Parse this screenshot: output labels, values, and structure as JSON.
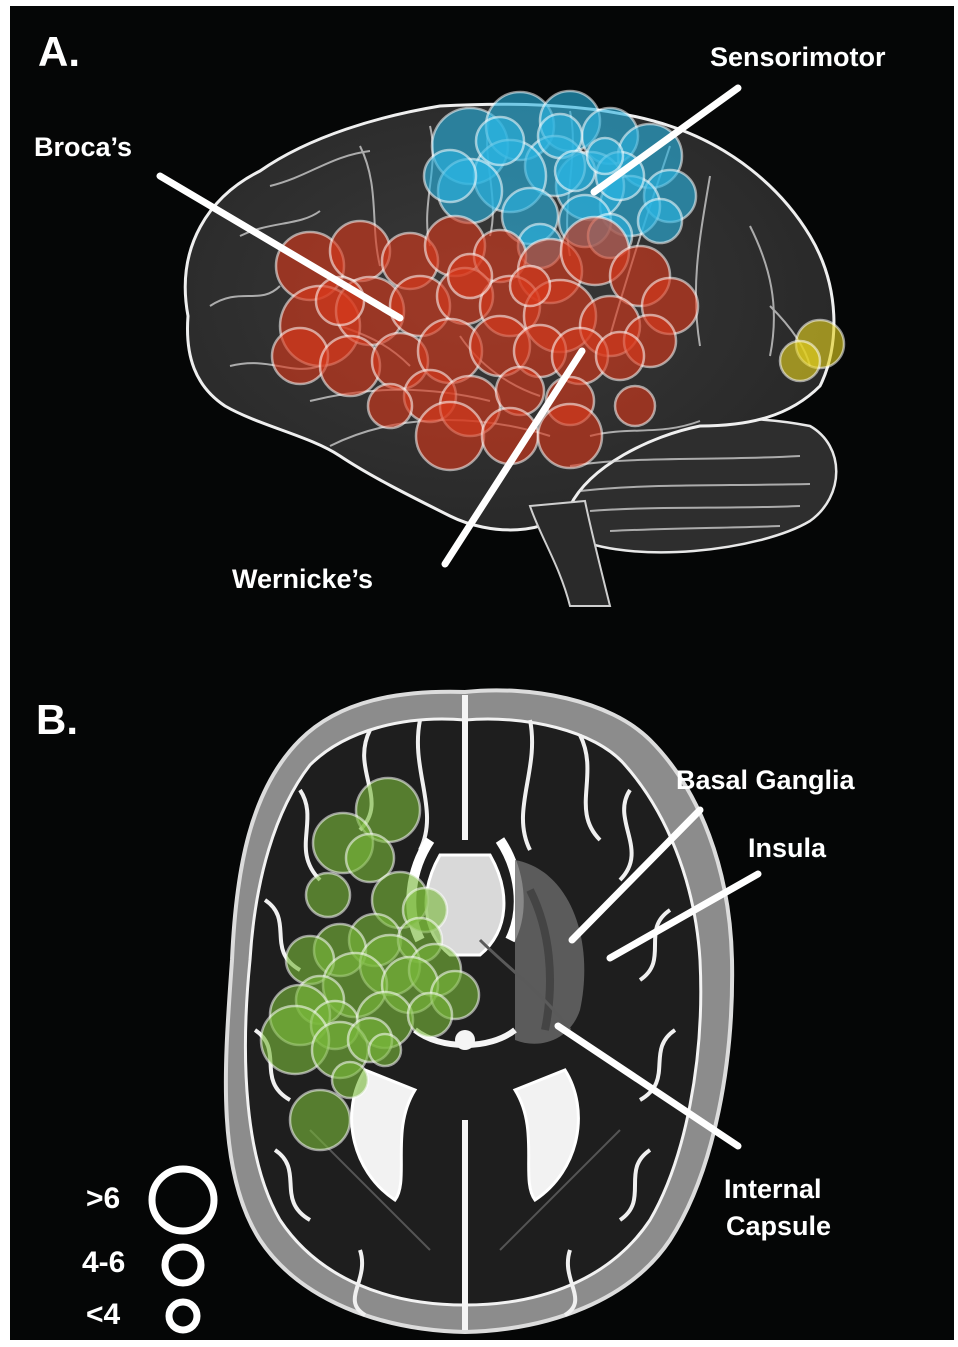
{
  "panel_a": {
    "letter": "A.",
    "labels": {
      "sensorimotor": "Sensorimotor",
      "broca": "Broca’s",
      "wernicke": "Wernicke’s"
    }
  },
  "panel_b": {
    "letter": "B.",
    "labels": {
      "basal_ganglia": "Basal Ganglia",
      "insula": "Insula",
      "internal_capsule_1": "Internal",
      "internal_capsule_2": "Capsule"
    }
  },
  "legend": {
    "items": [
      {
        "label": ">6"
      },
      {
        "label": "4-6"
      },
      {
        "label": "<4"
      }
    ]
  },
  "colors": {
    "background": "#050606",
    "cluster_red": "#d8381c",
    "cluster_blue": "#2ab3e0",
    "cluster_yellow": "#e3d11f",
    "cluster_green": "#79b83a",
    "label": "#ffffff"
  }
}
